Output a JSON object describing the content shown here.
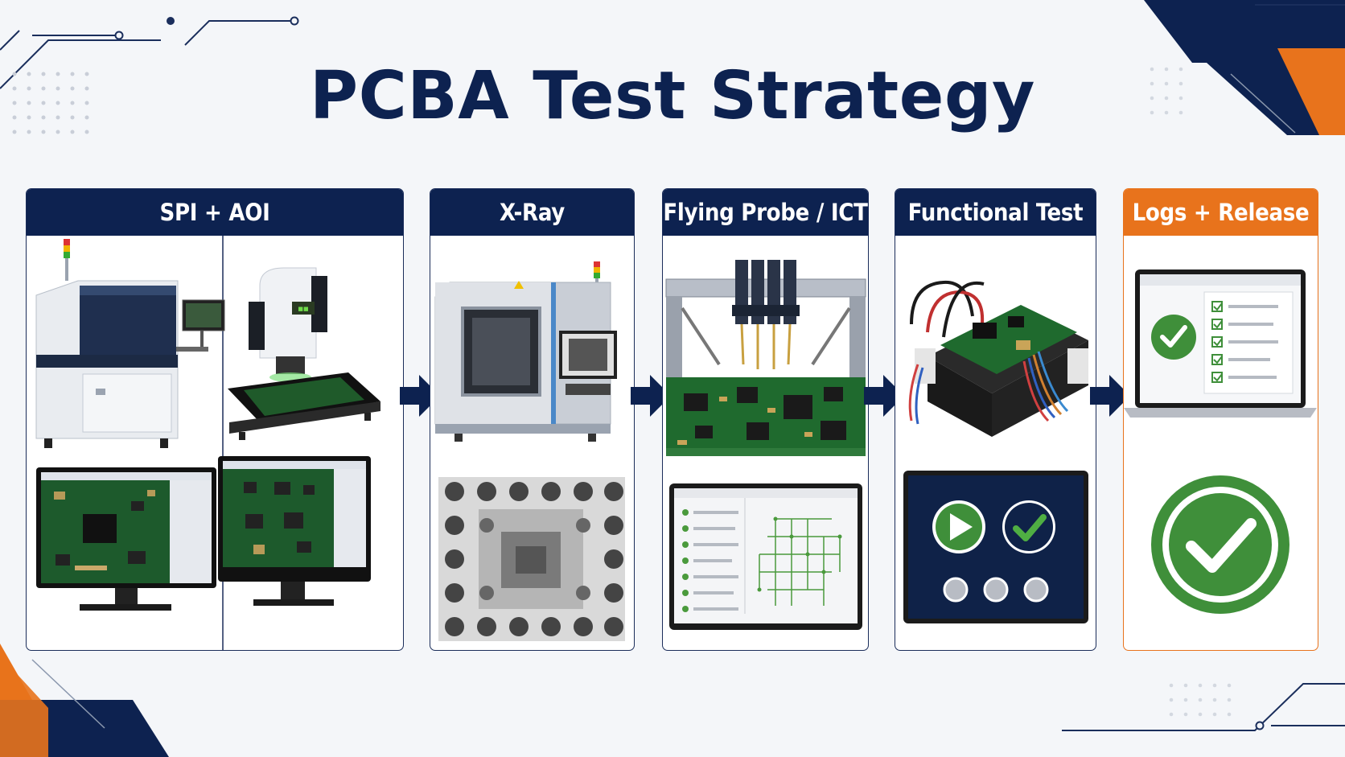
{
  "title": "PCBA Test Strategy",
  "colors": {
    "navy": "#0d2250",
    "orange": "#e8731c",
    "green": "#3f8f3a",
    "background": "#f4f6f9"
  },
  "stages": [
    {
      "label": "SPI + AOI"
    },
    {
      "label": "X-Ray"
    },
    {
      "label": "Flying Probe / ICT"
    },
    {
      "label": "Functional Test"
    },
    {
      "label": "Logs + Release"
    }
  ],
  "icons": [
    "inspection-machine-icon",
    "pcb-monitor-icon",
    "xray-machine-icon",
    "xray-image-icon",
    "flying-probe-icon",
    "test-results-icon",
    "test-fixture-icon",
    "play-icon",
    "check-icon",
    "laptop-checklist-icon",
    "release-check-icon"
  ]
}
